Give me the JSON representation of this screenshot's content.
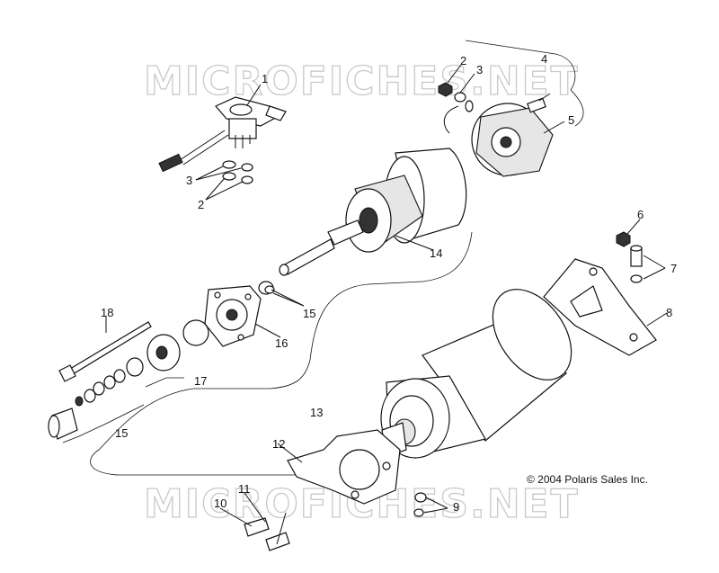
{
  "watermark": {
    "text_top": "MICROFICHES.NET",
    "text_bottom": "MICROFICHES.NET"
  },
  "copyright": "© 2004 Polaris Sales Inc.",
  "callouts": {
    "c1": "1",
    "c2_top": "2",
    "c2_left": "2",
    "c3_top": "3",
    "c3_left": "3",
    "c4": "4",
    "c5": "5",
    "c6": "6",
    "c7": "7",
    "c8": "8",
    "c9": "9",
    "c10": "10",
    "c11": "11",
    "c12": "12",
    "c13": "13",
    "c14": "14",
    "c15_mid": "15",
    "c15_low": "15",
    "c16": "16",
    "c17": "17",
    "c18": "18"
  }
}
